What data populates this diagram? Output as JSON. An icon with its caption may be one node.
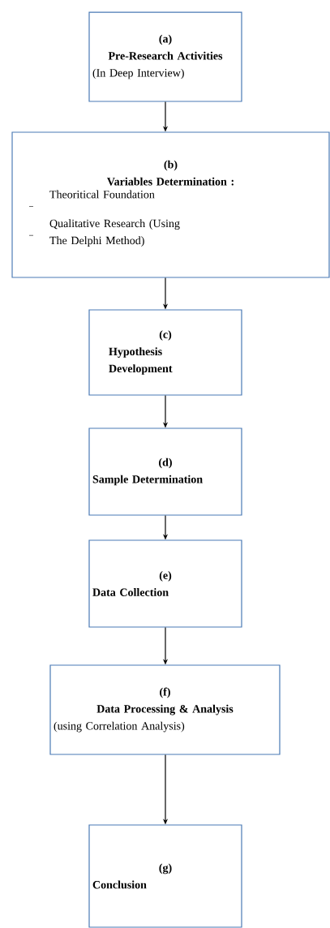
{
  "diagram": {
    "nodes": [
      {
        "text": [
          "(a)",
          "Pre-Research Activities",
          "(In Deep Interview)"
        ]
      },
      {
        "text": [
          "(b)",
          "Variables Determination :",
          "Theoritical Foundation",
          "Qualitative Research (Using The Delphi Method)"
        ]
      },
      {
        "text": [
          "(c)",
          "Hypothesis Development"
        ]
      },
      {
        "text": [
          "(d)",
          "Sample Determination"
        ]
      },
      {
        "text": [
          "(e)",
          "Data Collection"
        ]
      },
      {
        "text": [
          "(f)",
          "Data Processing & Analysis",
          "(using Correlation Analysis)"
        ]
      },
      {
        "text": [
          "(g)",
          "Conclusion"
        ]
      }
    ],
    "edges": [
      {
        "from": 0,
        "to": 1,
        "arrow": "to"
      },
      {
        "from": 1,
        "to": 2,
        "arrow": "to"
      },
      {
        "from": 2,
        "to": 3,
        "arrow": "to"
      },
      {
        "from": 3,
        "to": 4,
        "arrow": "to"
      },
      {
        "from": 4,
        "to": 5,
        "arrow": "to"
      },
      {
        "from": 5,
        "to": 6,
        "arrow": "to"
      }
    ]
  }
}
